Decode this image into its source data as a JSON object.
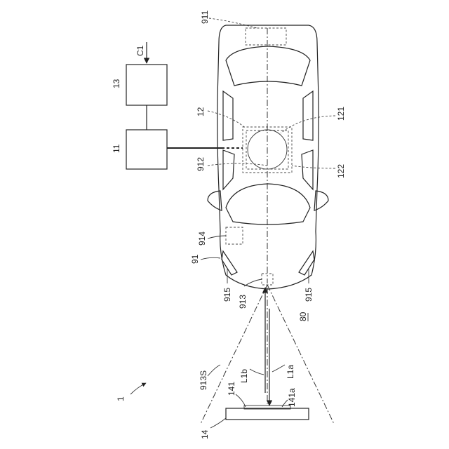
{
  "labels": {
    "system": "1",
    "car": "91",
    "front_unit": "911",
    "dashed_center": "912",
    "rear_sensor": "913",
    "sensor_range": "913S",
    "side_box": "914",
    "lamp_left": "915",
    "lamp_right": "915",
    "central_unit": "12",
    "inner_circle": "121",
    "inner_box": "122",
    "block_13": "13",
    "block_11": "11",
    "signal_in": "C1",
    "target": "14",
    "target_surface": "141",
    "target_surface_a": "141a",
    "beam_a": "L1a",
    "beam_b": "L1b",
    "area": "80"
  }
}
